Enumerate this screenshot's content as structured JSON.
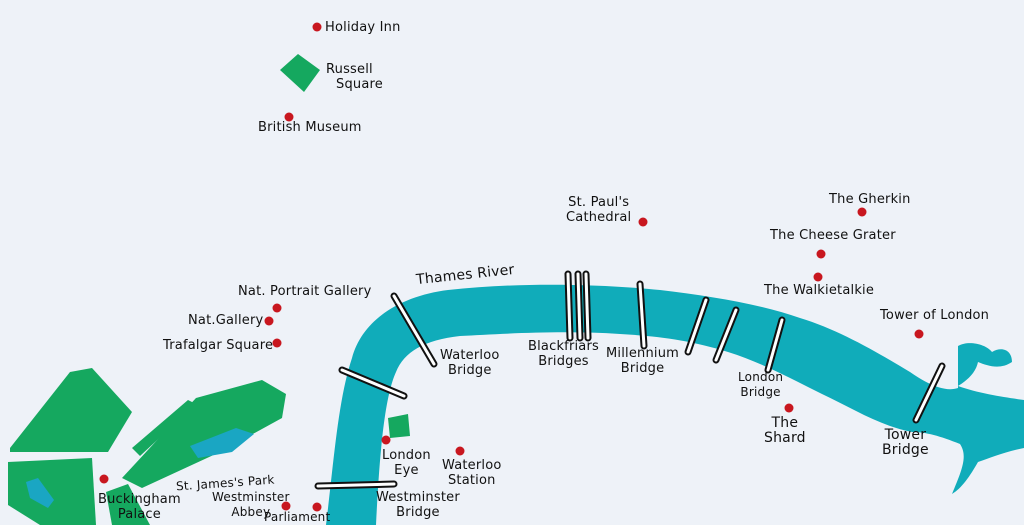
{
  "colors": {
    "river": "#10acba",
    "park": "#15a85f",
    "lake": "#1aa6c3",
    "landmark": "#c8171f",
    "background": "#eef2f8"
  },
  "river_label": "Thames River",
  "landmarks": {
    "holiday_inn": "Holiday Inn",
    "russell_square": [
      "Russell",
      "Square"
    ],
    "british_museum": "British Museum",
    "st_pauls": [
      "St. Paul's",
      "Cathedral"
    ],
    "gherkin": "The Gherkin",
    "cheese_grater": "The Cheese Grater",
    "walkie_talkie": "The Walkietalkie",
    "tower_of_london": "Tower of London",
    "portrait_gallery": "Nat. Portrait Gallery",
    "national_gallery": "Nat.Gallery",
    "trafalgar_square": "Trafalgar Square",
    "shard": [
      "The",
      "Shard"
    ],
    "london_eye": [
      "London",
      "Eye"
    ],
    "waterloo_station": [
      "Waterloo",
      "Station"
    ],
    "buckingham_palace": [
      "Buckingham",
      "Palace"
    ],
    "st_james_park": "St. James's Park",
    "westminster_abbey": [
      "Westminster",
      "Abbey"
    ],
    "parliament": "Parliament"
  },
  "bridges": {
    "waterloo": [
      "Waterloo",
      "Bridge"
    ],
    "blackfriars": [
      "Blackfriars",
      "Bridges"
    ],
    "millennium": [
      "Millennium",
      "Bridge"
    ],
    "london": [
      "London",
      "Bridge"
    ],
    "tower": [
      "Tower",
      "Bridge"
    ],
    "westminster": [
      "Westminster",
      "Bridge"
    ]
  }
}
